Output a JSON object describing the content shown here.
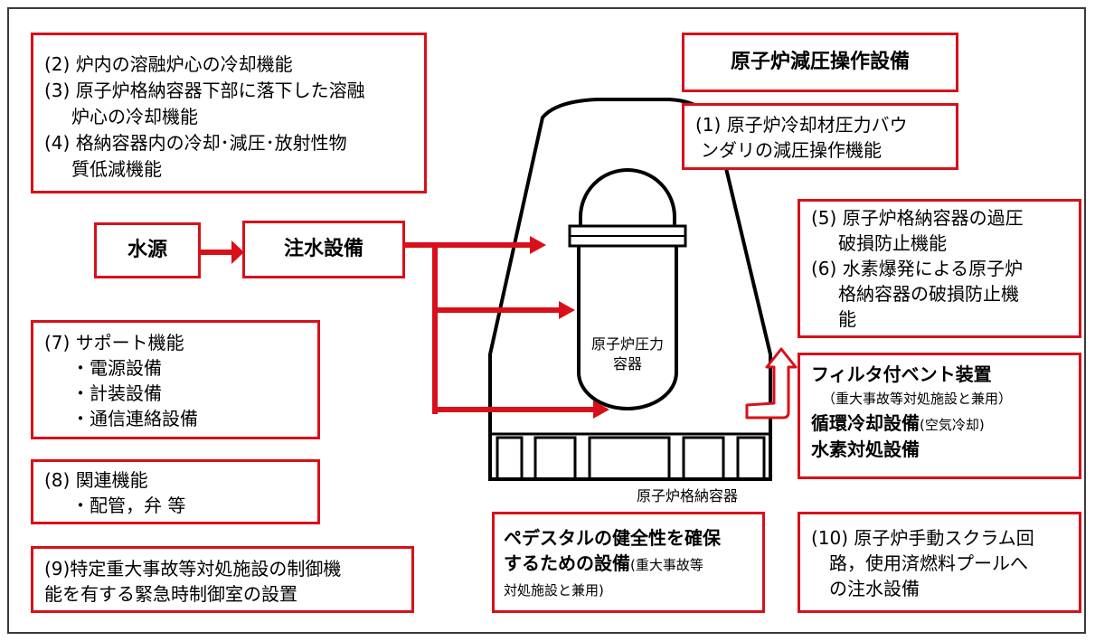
{
  "cooling_functions": {
    "line1": "(2) 炉内の溶融炉心の冷却機能",
    "line2": "(3) 原子炉格納容器下部に落下した溶融",
    "line3": "炉心の冷却機能",
    "line4": "(4) 格納容器内の冷却･減圧･放射性物",
    "line5": "質低減機能"
  },
  "water_source": "水源",
  "injection_equipment": "注水設備",
  "support": {
    "title": "(7) サポート機能",
    "items": [
      "・電源設備",
      "・計装設備",
      "・通信連絡設備"
    ]
  },
  "related": {
    "title": "(8) 関連機能",
    "item": "・配管，弁 等"
  },
  "control_room": {
    "line1": "(9)特定重大事故等対処施設の制御機",
    "line2": "能を有する緊急時制御室の設置"
  },
  "depressurization_equipment": "原子炉減圧操作設備",
  "boundary": {
    "line1": "(1) 原子炉冷却材圧力バウ",
    "line2": "ンダリの減圧操作機能"
  },
  "overpressure": {
    "line1": "(5) 原子炉格納容器の過圧",
    "line2": "破損防止機能",
    "line3": "(6) 水素爆発による原子炉",
    "line4": "格納容器の破損防止機",
    "line5": "能"
  },
  "vent": {
    "line1": "フィルタ付ベント装置",
    "line2": "（重大事故等対処施設と兼用）",
    "line3a": "循環冷却設備",
    "line3b": "(空気冷却)",
    "line4": "水素対処設備"
  },
  "rpv_label": {
    "line1": "原子炉圧力",
    "line2": "容器"
  },
  "containment_label": "原子炉格納容器",
  "pedestal": {
    "line1": "ペデスタルの健全性を確保",
    "line2a": "するための設備",
    "line2b": "(重大事故等",
    "line3": "対処施設と兼用)"
  },
  "scram": {
    "line1": "(10) 原子炉手動スクラム回",
    "line2": "路，使用済燃料プールへ",
    "line3": "の注水設備"
  },
  "colors": {
    "accent": "#d8101a",
    "outline": "#000000"
  }
}
